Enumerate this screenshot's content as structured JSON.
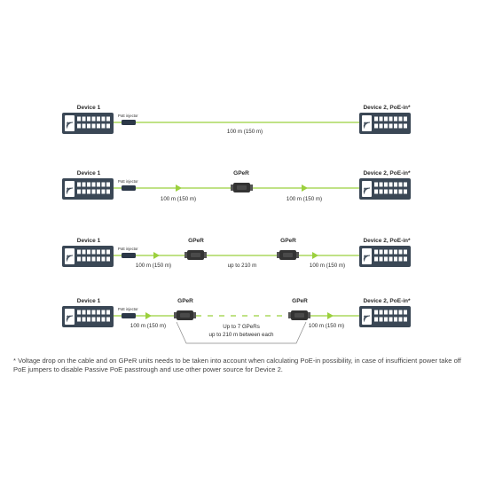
{
  "colors": {
    "cable": "#9bd03d",
    "device_dark": "#3a4755",
    "injector": "#2c3848",
    "gper_body": "#333333"
  },
  "icons": {
    "device": "switch-icon",
    "repeater": "gper-icon",
    "injector": "poe-injector-icon",
    "arrow": "triangle-right-icon"
  },
  "rows": [
    {
      "device1": "Device 1",
      "device2": "Device 2, PoE-in*",
      "injector": "PoE injector",
      "gpers": [],
      "segments": [
        "100 m (150 m)"
      ]
    },
    {
      "device1": "Device 1",
      "device2": "Device 2, PoE-in*",
      "injector": "PoE injector",
      "gpers": [
        "GPeR"
      ],
      "segments": [
        "100 m (150 m)",
        "100 m (150 m)"
      ]
    },
    {
      "device1": "Device 1",
      "device2": "Device 2, PoE-in*",
      "injector": "PoE injector",
      "gpers": [
        "GPeR",
        "GPeR"
      ],
      "segments": [
        "100 m (150 m)",
        "up to 210 m",
        "100 m (150 m)"
      ]
    },
    {
      "device1": "Device 1",
      "device2": "Device 2, PoE-in*",
      "injector": "PoE injector",
      "gpers": [
        "GPeR",
        "GPeR"
      ],
      "segments": [
        "100 m (150 m)",
        "100 m (150 m)"
      ],
      "chain_note": [
        "Up to 7 GPeRs",
        "up to 210 m between each"
      ]
    }
  ],
  "footnote": "* Voltage drop on the cable and on GPeR units needs to be taken into account when calculating PoE-in possibility, in case of insufficient power take off PoE jumpers to disable Passive PoE passtrough and use other power source for Device 2."
}
